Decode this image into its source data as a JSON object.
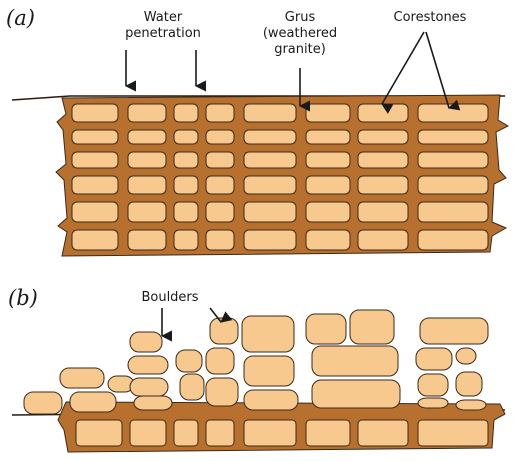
{
  "panels": {
    "a": "(a)",
    "b": "(b)"
  },
  "labels": {
    "water_line1": "Water",
    "water_line2": "penetration",
    "grus_line1": "Grus",
    "grus_line2": "(weathered",
    "grus_line3": "granite)",
    "corestones": "Corestones",
    "boulders": "Boulders"
  },
  "colors": {
    "grus": "#b8702f",
    "corestone": "#f8c98f",
    "outline": "#3a2a1a",
    "crack": "#8a5224"
  }
}
